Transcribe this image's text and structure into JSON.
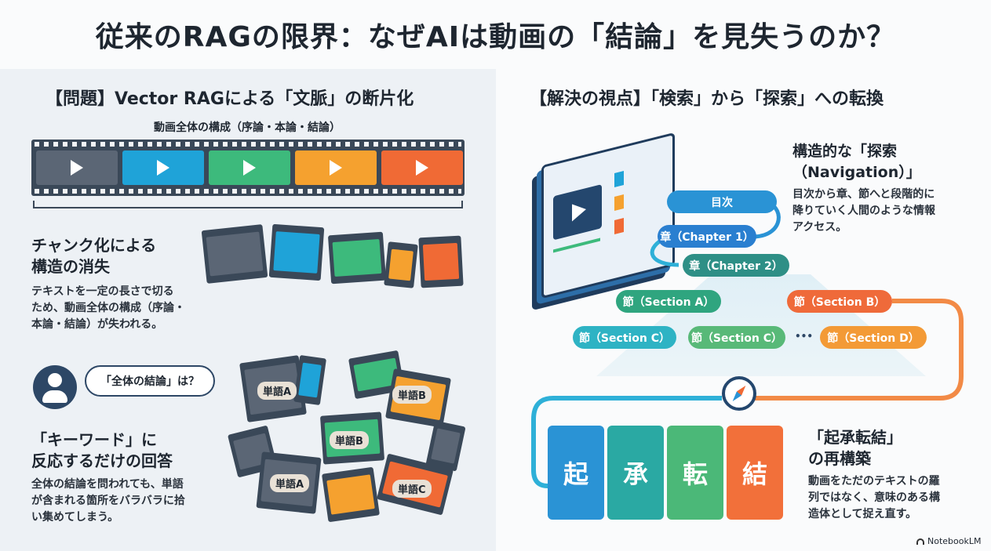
{
  "title": "従来のRAGの限界：なぜAIは動画の「結論」を見失うのか？",
  "left": {
    "heading": "【問題】Vector RAGによる「文脈」の断片化",
    "film_caption": "動画全体の構成（序論・本論・結論）",
    "frame_colors": [
      "#5b6675",
      "#1fa3d8",
      "#3dba7c",
      "#f5a12f",
      "#f06a35"
    ],
    "chunk_title": [
      "チャンク化による",
      "構造の消失"
    ],
    "chunk_desc": [
      "テキストを一定の長さで切る",
      "ため、動画全体の構成（序論・",
      "本論・結論）が失われる。"
    ],
    "question": "「全体の結論」は？",
    "keyword_title": [
      "「キーワード」に",
      "反応するだけの回答"
    ],
    "keyword_desc": [
      "全体の結論を問われても、単語",
      "が含まれる箇所をバラバラに拾",
      "い集めてしまう。"
    ],
    "words": [
      "単語A",
      "単語B",
      "単語B",
      "単語A",
      "単語C"
    ]
  },
  "right": {
    "heading": "【解決の視点】「検索」から「探索」への転換",
    "nav_title": [
      "構造的な「探索",
      "（Navigation）」"
    ],
    "nav_desc": [
      "目次から章、節へと段階的に",
      "降りていく人間のような情報",
      "アクセス。"
    ],
    "toc": "目次",
    "chapter1": "章（Chapter 1）",
    "chapter2": "章（Chapter 2）",
    "sectionA": "節（Section A）",
    "sectionB": "節（Section B）",
    "sectionC1": "節（Section C）",
    "sectionC2": "節（Section C）",
    "ellipsis": "•••",
    "sectionD": "節（Section D）",
    "kishotenketsu": [
      "起",
      "承",
      "転",
      "結"
    ],
    "rebuild_title": [
      "「起承転結」",
      "の再構築"
    ],
    "rebuild_desc": [
      "動画をただのテキストの羅",
      "列ではなく、意味のある構",
      "造体として捉え直す。"
    ],
    "brand": "NotebookLM"
  }
}
